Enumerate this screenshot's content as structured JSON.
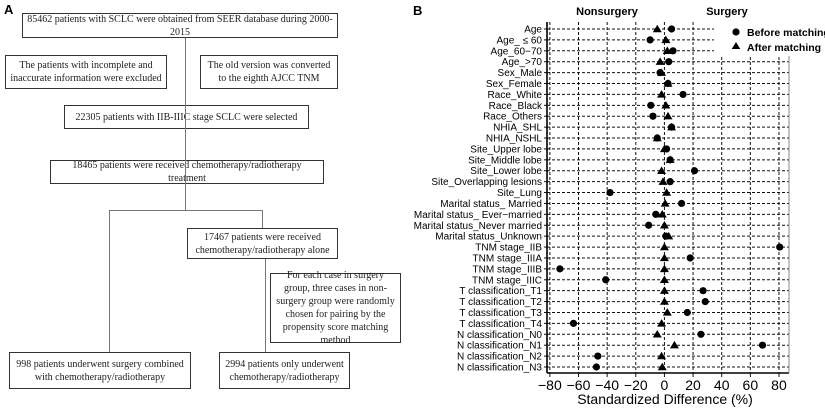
{
  "panel_a": {
    "label": "A",
    "boxes": {
      "source": "85462 patients with SCLC were obtained from SEER database during 2000-2015",
      "excluded": "The patients with incomplete and inaccurate information were excluded",
      "converted": "The old version was converted to the eighth AJCC TNM",
      "selected": "22305 patients with IIB-IIIC stage SCLC were selected",
      "treated": "18465 patients were received chemotherapy/radiotherapy treatment",
      "alone": "17467 patients were received chemotherapy/radiotherapy alone",
      "psm_note": "For each case in surgery group, three cases in non-surgery group were randomly chosen for pairing by the propensity score matching method",
      "surgery": "998 patients underwent surgery combined with chemotherapy/radiotherapy",
      "nonsurgery": "2994 patients only underwent chemotherapy/radiotherapy"
    }
  },
  "panel_b": {
    "label": "B",
    "left_header": "Nonsurgery",
    "right_header": "Surgery"
  },
  "chart_data": {
    "type": "scatter",
    "xlabel": "Standardized Difference (%)",
    "xlim": [
      -82,
      87
    ],
    "xticks": [
      -80,
      -60,
      -40,
      -20,
      0,
      20,
      40,
      60,
      80
    ],
    "grid": true,
    "legend_placement": "top-right",
    "categories": [
      "Age",
      "Age_ ≤ 60",
      "Age_60−70",
      "Age_>70",
      "Sex_Male",
      "Sex_Female",
      "Race_White",
      "Race_Black",
      "Race_Others",
      "NHIA_SHL",
      "NHIA_NSHL",
      "Site_Upper lobe",
      "Site_Middle lobe",
      "Site_Lower lobe",
      "Site_Overlapping lesions",
      "Site_Lung",
      "Marital status_ Married",
      "Marital status_ Ever−married",
      "Marital status_Never married",
      "Marital status_Unknown",
      "TNM stage_IIB",
      "TNM stage_IIIA",
      "TNM stage_IIIB",
      "TNM stage_IIIC",
      "T classification_T1",
      "T classification_T2",
      "T classification_T3",
      "T classification_T4",
      "N classification_N0",
      "N classification_N1",
      "N classification_N2",
      "N classification_N3"
    ],
    "series": [
      {
        "name": "Before matching",
        "marker": "circle",
        "values": [
          5,
          -10,
          6,
          3,
          -3,
          2.5,
          13,
          -9.5,
          -8,
          5,
          -5,
          1.5,
          4,
          21,
          4,
          -38,
          12,
          -6,
          -11,
          1,
          80.5,
          18,
          -73,
          -41,
          27,
          28.5,
          16,
          -63.5,
          25.5,
          68.5,
          -46.5,
          -47.5
        ]
      },
      {
        "name": "After matching",
        "marker": "triangle",
        "values": [
          -5,
          1,
          2,
          -3,
          -2,
          2.5,
          -2,
          1,
          2.5,
          5,
          -5,
          0,
          4,
          -2,
          -1,
          1.5,
          0.5,
          -1.5,
          0,
          3,
          0,
          0,
          0,
          0,
          0,
          0,
          2,
          -2,
          -5,
          7,
          -2,
          -1.5
        ]
      }
    ]
  }
}
